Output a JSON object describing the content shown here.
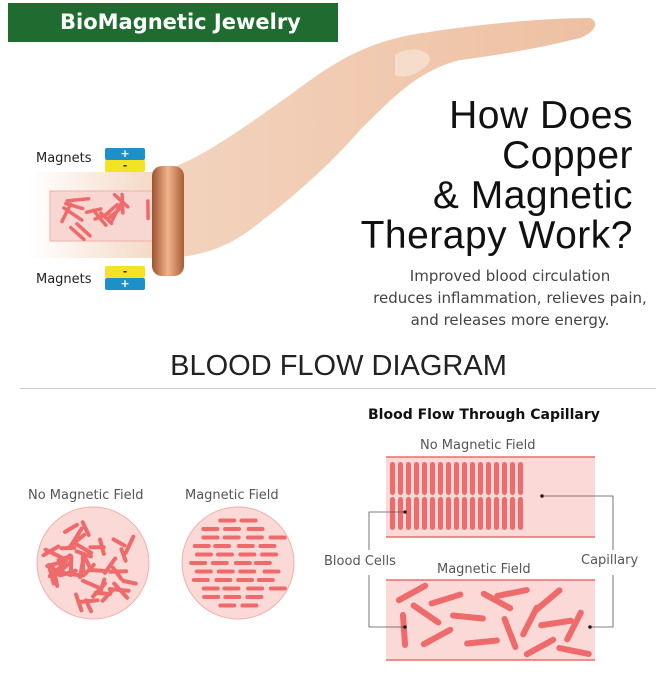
{
  "banner": {
    "title": "BioMagnetic Jewelry",
    "color": "#1f6b30"
  },
  "hero": {
    "title_lines": [
      "How Does",
      "Copper",
      "& Magnetic",
      "Therapy Work?"
    ],
    "subtitle_lines": [
      "Improved blood circulation",
      "reduces inflammation, relieves pain,",
      "and releases more energy."
    ],
    "magnets_label": "Magnets",
    "plus": "+",
    "minus": "-"
  },
  "diagram": {
    "title": "BLOOD FLOW DIAGRAM",
    "circles": {
      "no_field": "No Magnetic Field",
      "field": "Magnetic Field"
    },
    "capillary": {
      "title": "Blood Flow Through Capillary",
      "no_field": "No Magnetic Field",
      "field": "Magnetic Field",
      "blood_cells": "Blood Cells",
      "capillary": "Capillary"
    },
    "colors": {
      "cell": "#ef6a6a",
      "bg": "#fbd9d6"
    }
  }
}
